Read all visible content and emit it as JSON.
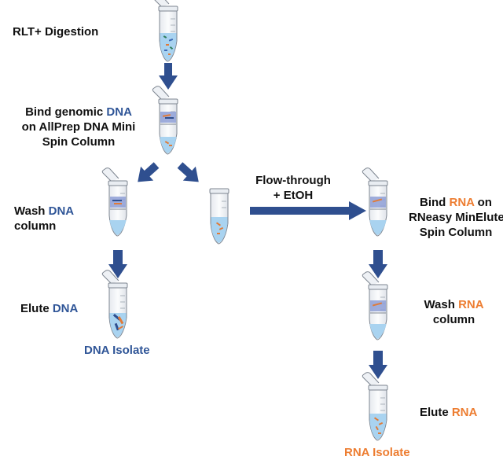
{
  "colors": {
    "arrow": "#2f4f8f",
    "dna_text": "#2f5597",
    "rna_text": "#ed7d31",
    "tube_liquid": "#a9d3f0",
    "membrane": "#8e9fd6"
  },
  "labels": {
    "rlt_digestion": "RLT+ Digestion",
    "bind_dna_1a": "Bind genomic ",
    "bind_dna_1b": "DNA",
    "bind_dna_2": "on AllPrep DNA Mini",
    "bind_dna_3": "Spin Column",
    "wash_dna_1a": "Wash ",
    "wash_dna_1b": "DNA",
    "wash_dna_2": "column",
    "elute_dna_a": "Elute ",
    "elute_dna_b": "DNA",
    "dna_isolate": "DNA Isolate",
    "flow_through_1": "Flow-through",
    "flow_through_2": "+ EtOH",
    "bind_rna_1a": "Bind ",
    "bind_rna_1b": "RNA",
    "bind_rna_1c": " on",
    "bind_rna_2": "RNeasy MinElute",
    "bind_rna_3": "Spin Column",
    "wash_rna_1a": "Wash ",
    "wash_rna_1b": "RNA",
    "wash_rna_2": "column",
    "elute_rna_a": "Elute ",
    "elute_rna_b": "RNA",
    "rna_isolate": "RNA Isolate"
  }
}
